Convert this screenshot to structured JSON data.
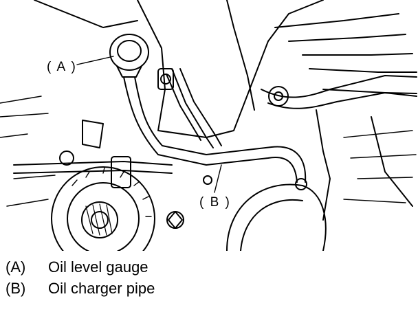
{
  "callouts": {
    "a": "( A )",
    "b": "( B )"
  },
  "legend": [
    {
      "key": "(A)",
      "label": "Oil level gauge"
    },
    {
      "key": "(B)",
      "label": "Oil charger pipe"
    }
  ],
  "colors": {
    "ink": "#000000",
    "paper": "#ffffff"
  }
}
